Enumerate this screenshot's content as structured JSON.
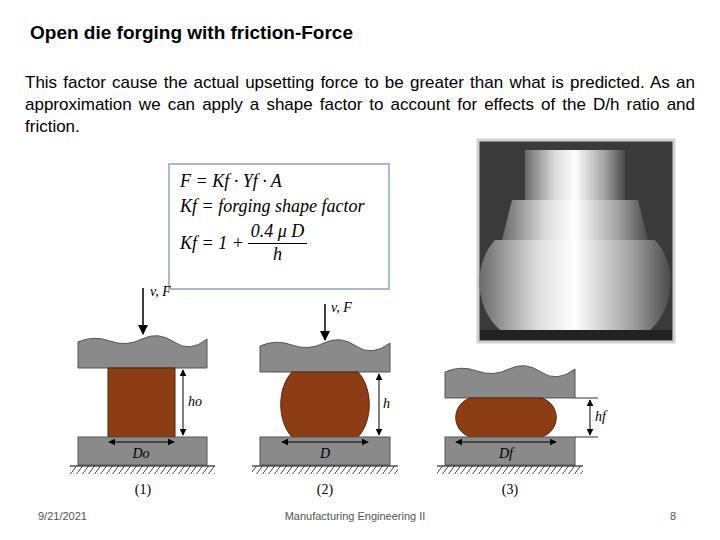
{
  "diagram": {
    "title": "Open die forging with friction-Force",
    "nodes": [
      {
        "text": [
          "F = Kf · Yf · A",
          "Kf = forging shape factor",
          "Kf = 1 +",
          "0.4 μ D",
          "h"
        ]
      }
    ],
    "labels": [
      "This factor cause the actual upsetting force to be greater than what is predicted. As an approximation we can apply a shape factor to account for effects of the D/h ratio and friction.",
      "v, F",
      "ho",
      "Do",
      "(1)",
      "v, F",
      "h",
      "D",
      "(2)",
      "hf",
      "Df",
      "(3)",
      "9/21/2021",
      "Manufacturing Engineering II",
      "8"
    ]
  }
}
